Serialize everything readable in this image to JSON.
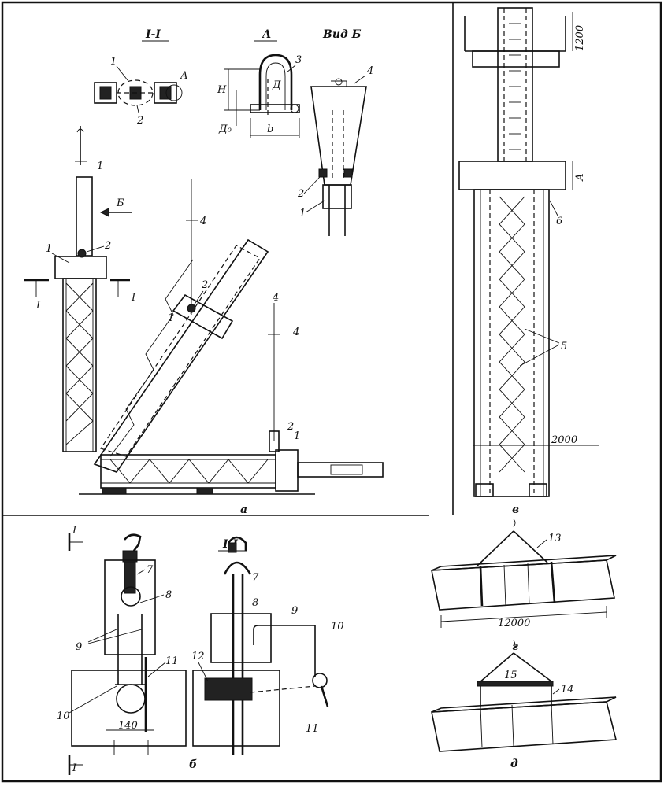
{
  "labels": {
    "section_1_1_top": "I-I",
    "view_a_title": "А",
    "view_b_title": "Вид Б",
    "section_1_1_bottom": "I-I",
    "fig_a": "а",
    "fig_b": "б",
    "fig_v": "в",
    "fig_g": "г",
    "fig_d": "д",
    "arrow_b": "Б",
    "cut_mark": "I",
    "detail_a_letter": "А",
    "dim_h": "H",
    "dim_d": "Д",
    "dim_d0": "Д₀",
    "dim_b": "b"
  },
  "dimensions": {
    "top_1200": "1200",
    "a_mark": "А",
    "d_2000": "2000",
    "d_140": "140",
    "d_12000": "12000"
  },
  "callouts": {
    "n1": "1",
    "n2": "2",
    "n3": "3",
    "n4": "4",
    "n5": "5",
    "n6": "6",
    "n7": "7",
    "n8": "8",
    "n9": "9",
    "n10": "10",
    "n11": "11",
    "n12": "12",
    "n13": "13",
    "n14": "14",
    "n15": "15"
  },
  "colors": {
    "ink": "#111111",
    "paper": "#ffffff"
  }
}
